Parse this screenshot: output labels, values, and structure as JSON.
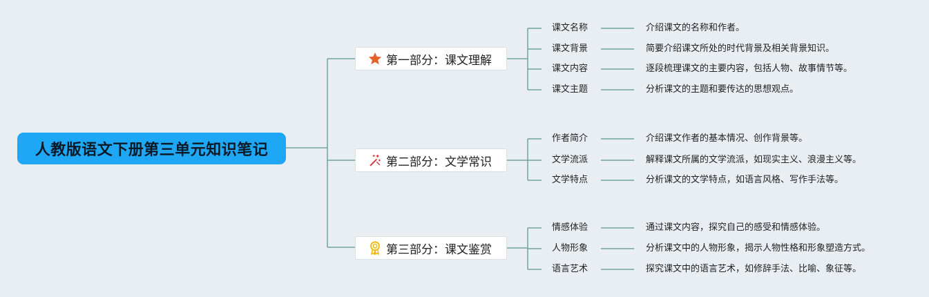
{
  "root": {
    "title": "人教版语文下册第三单元知识笔记"
  },
  "branches": [
    {
      "title": "第一部分：课文理解",
      "icon": "star-icon",
      "icon_color": "#e8632b",
      "items": [
        {
          "label": "课文名称",
          "desc": "介绍课文的名称和作者。"
        },
        {
          "label": "课文背景",
          "desc": "简要介绍课文所处的时代背景及相关背景知识。"
        },
        {
          "label": "课文内容",
          "desc": "逐段梳理课文的主要内容，包括人物、故事情节等。"
        },
        {
          "label": "课文主题",
          "desc": "分析课文的主题和要传达的思想观点。"
        }
      ]
    },
    {
      "title": "第二部分：文学常识",
      "icon": "magic-wand-icon",
      "icon_color": "#d9363e",
      "items": [
        {
          "label": "作者简介",
          "desc": "介绍课文作者的基本情况、创作背景等。"
        },
        {
          "label": "文学流派",
          "desc": "解释课文所属的文学流派，如现实主义、浪漫主义等。"
        },
        {
          "label": "文学特点",
          "desc": "分析课文的文学特点，如语言风格、写作手法等。"
        }
      ]
    },
    {
      "title": "第三部分：课文鉴赏",
      "icon": "award-ribbon-icon",
      "icon_color": "#f2b705",
      "items": [
        {
          "label": "情感体验",
          "desc": "通过课文内容，探究自己的感受和情感体验。"
        },
        {
          "label": "人物形象",
          "desc": "分析课文中的人物形象，揭示人物性格和形象塑造方式。"
        },
        {
          "label": "语言艺术",
          "desc": "探究课文中的语言艺术，如修辞手法、比喻、象征等。"
        }
      ]
    }
  ],
  "colors": {
    "connector": "#6fa39a",
    "root_bg": "#1ea7f5",
    "background": "#e8eef2"
  }
}
